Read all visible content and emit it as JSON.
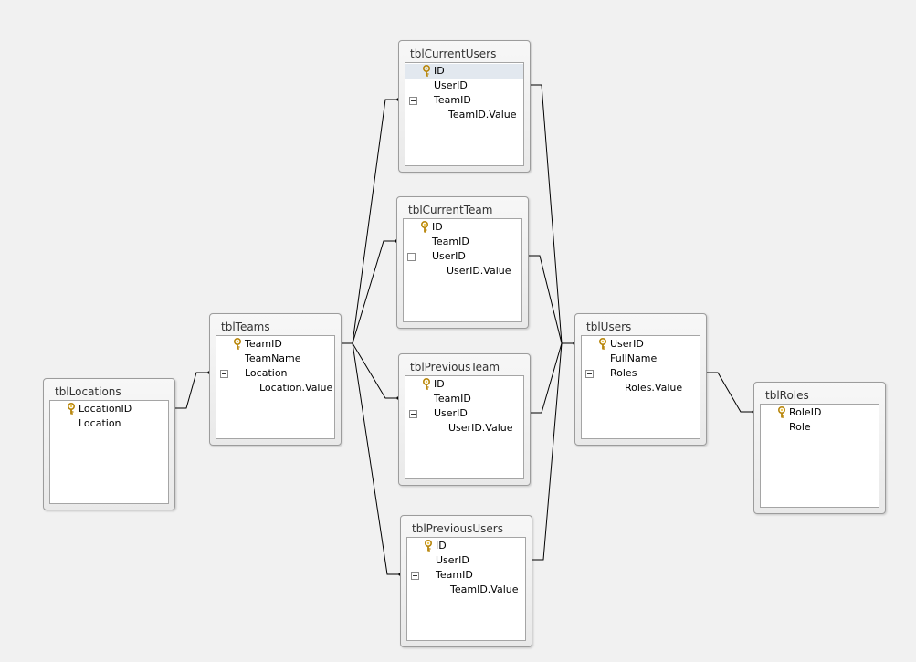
{
  "tables": [
    {
      "id": "tblLocations",
      "title": "tblLocations",
      "fields": [
        {
          "name": "LocationID",
          "key": true
        },
        {
          "name": "Location"
        }
      ]
    },
    {
      "id": "tblTeams",
      "title": "tblTeams",
      "fields": [
        {
          "name": "TeamID",
          "key": true
        },
        {
          "name": "TeamName"
        },
        {
          "name": "Location",
          "expand": true
        },
        {
          "name": "Location.Value",
          "child": true
        }
      ]
    },
    {
      "id": "tblCurrentUsers",
      "title": "tblCurrentUsers",
      "fields": [
        {
          "name": "ID",
          "key": true,
          "selected": true
        },
        {
          "name": "UserID"
        },
        {
          "name": "TeamID",
          "expand": true
        },
        {
          "name": "TeamID.Value",
          "child": true
        }
      ]
    },
    {
      "id": "tblCurrentTeam",
      "title": "tblCurrentTeam",
      "fields": [
        {
          "name": "ID",
          "key": true
        },
        {
          "name": "TeamID"
        },
        {
          "name": "UserID",
          "expand": true
        },
        {
          "name": "UserID.Value",
          "child": true
        }
      ]
    },
    {
      "id": "tblPreviousTeam",
      "title": "tblPreviousTeam",
      "fields": [
        {
          "name": "ID",
          "key": true
        },
        {
          "name": "TeamID"
        },
        {
          "name": "UserID",
          "expand": true
        },
        {
          "name": "UserID.Value",
          "child": true
        }
      ]
    },
    {
      "id": "tblPreviousUsers",
      "title": "tblPreviousUsers",
      "fields": [
        {
          "name": "ID",
          "key": true
        },
        {
          "name": "UserID"
        },
        {
          "name": "TeamID",
          "expand": true
        },
        {
          "name": "TeamID.Value",
          "child": true
        }
      ]
    },
    {
      "id": "tblUsers",
      "title": "tblUsers",
      "fields": [
        {
          "name": "UserID",
          "key": true
        },
        {
          "name": "FullName"
        },
        {
          "name": "Roles",
          "expand": true
        },
        {
          "name": "Roles.Value",
          "child": true
        }
      ]
    },
    {
      "id": "tblRoles",
      "title": "tblRoles",
      "fields": [
        {
          "name": "RoleID",
          "key": true
        },
        {
          "name": "Role"
        }
      ]
    }
  ],
  "relationships": [
    {
      "from": "tblLocations",
      "from_field": "LocationID",
      "to": "tblTeams",
      "to_field": "Location"
    },
    {
      "from": "tblTeams",
      "from_field": "TeamID",
      "to": "tblCurrentUsers",
      "to_field": "TeamID"
    },
    {
      "from": "tblTeams",
      "from_field": "TeamID",
      "to": "tblCurrentTeam",
      "to_field": "TeamID"
    },
    {
      "from": "tblTeams",
      "from_field": "TeamID",
      "to": "tblPreviousTeam",
      "to_field": "TeamID"
    },
    {
      "from": "tblTeams",
      "from_field": "TeamID",
      "to": "tblPreviousUsers",
      "to_field": "TeamID"
    },
    {
      "from": "tblUsers",
      "from_field": "UserID",
      "to": "tblCurrentUsers",
      "to_field": "UserID"
    },
    {
      "from": "tblUsers",
      "from_field": "UserID",
      "to": "tblCurrentTeam",
      "to_field": "UserID"
    },
    {
      "from": "tblUsers",
      "from_field": "UserID",
      "to": "tblPreviousTeam",
      "to_field": "UserID"
    },
    {
      "from": "tblUsers",
      "from_field": "UserID",
      "to": "tblPreviousUsers",
      "to_field": "UserID"
    },
    {
      "from": "tblRoles",
      "from_field": "RoleID",
      "to": "tblUsers",
      "to_field": "Roles"
    }
  ],
  "colors": {
    "background": "#f1f1f1",
    "line": "#000000",
    "key": "#d9a11d"
  }
}
